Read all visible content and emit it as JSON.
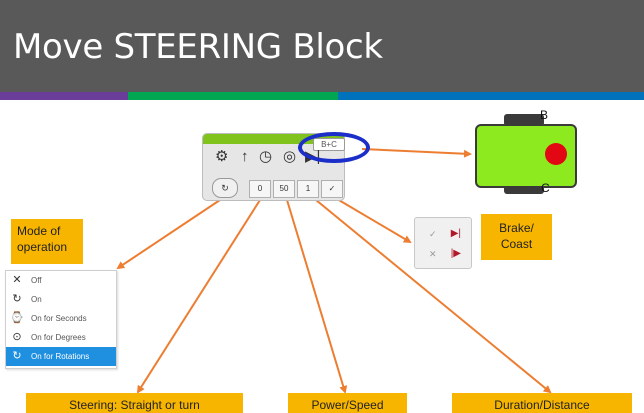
{
  "slide": {
    "title": "Move STEERING Block"
  },
  "stripe_colors": [
    "#6a3d9a",
    "#00a651",
    "#0072bc"
  ],
  "block": {
    "port": "B+C",
    "values": [
      "0",
      "50",
      "1",
      "✓"
    ],
    "mode_button": "↻",
    "icons": [
      "steering-icon",
      "power-arrow-icon",
      "speed-dial-icon",
      "rotations-icon",
      "brake-icon"
    ]
  },
  "robot": {
    "port_top": "B",
    "port_bottom": "C"
  },
  "labels": {
    "mode_line1": "Mode of",
    "mode_line2": "operation",
    "brake_line1": "Brake/",
    "brake_line2": "Coast",
    "steering": "Steering: Straight or turn",
    "power": "Power/Speed",
    "duration": "Duration/Distance"
  },
  "mode_menu": {
    "items": [
      {
        "icon": "✕",
        "label": "Off"
      },
      {
        "icon": "↻",
        "label": "On"
      },
      {
        "icon": "⌚",
        "label": "On for Seconds"
      },
      {
        "icon": "⊙",
        "label": "On for Degrees"
      },
      {
        "icon": "↻",
        "label": "On for Rotations"
      }
    ],
    "selected_index": 4
  },
  "brake_selector": {
    "brake_mark": "✓",
    "coast_mark": "✕"
  },
  "colors": {
    "title_bg": "#595959",
    "label_bg": "#f7b500",
    "arrow": "#ed7d31",
    "robot_body": "#8dea1f",
    "oval": "#1b2ec9"
  }
}
